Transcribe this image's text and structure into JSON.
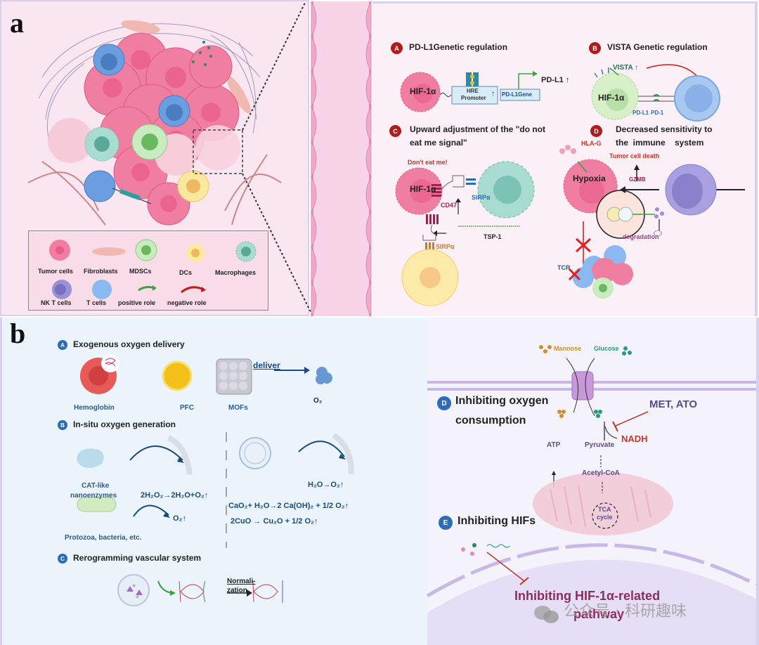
{
  "panel_a": {
    "label": "a",
    "legend": {
      "items": [
        {
          "name": "Tumor cells"
        },
        {
          "name": "Fibroblasts"
        },
        {
          "name": "MDSCs"
        },
        {
          "name": "DCs"
        },
        {
          "name": "Macrophages"
        },
        {
          "name": "NK T cells"
        },
        {
          "name": "T cells"
        },
        {
          "name": "positive role"
        },
        {
          "name": "negative role"
        }
      ]
    },
    "sections": {
      "A": {
        "badge": "A",
        "title": "PD-L1Genetic regulation",
        "hif": "HIF-1α",
        "hre": "HRE",
        "promoter": "Promoter",
        "up_arrow": "↑",
        "gene": "PD-L1Gene",
        "output": "PD-L1 ↑"
      },
      "B": {
        "badge": "B",
        "title": "VISTA Genetic regulation",
        "vista": "VISTA ↑",
        "hif": "HIF-1α",
        "pdl1": "PD-L1",
        "pd1": "PD-1"
      },
      "C": {
        "badge": "C",
        "title_line1": "Upward adjustment of the \"do not",
        "title_line2": "eat me signal\"",
        "dont_eat": "Don't eat me!",
        "hif": "HIF-1α",
        "cd47": "CD47",
        "sirpa1": "SIRPα",
        "sirpa2": "SIRPα",
        "tsp1": "TSP-1"
      },
      "D": {
        "badge": "D",
        "title_line1": "Decreased sensitivity to",
        "title_line2": "the  immune    system",
        "hlag": "HLA-G",
        "tumor_death": "Tumor cell death",
        "hypoxia": "Hypoxia",
        "gzmb": "GZMB",
        "degradation": "degradation",
        "tcr": "TCR"
      }
    }
  },
  "panel_b": {
    "label": "b",
    "sections": {
      "A": {
        "badge": "A",
        "title": "Exogenous oxygen delivery",
        "hemoglobin": "Hemoglobin",
        "pfc": "PFC",
        "mofs": "MOFs",
        "deliver": "deliver",
        "o2": "O₂"
      },
      "B": {
        "badge": "B",
        "title": "In-situ oxygen generation",
        "cat_line1": "CAT-like",
        "cat_line2": "nanoenzymes",
        "eq1": "2H₂O₂→2H₂O+O₂↑",
        "protozoa": "Protozoa, bacteria, etc.",
        "o2_up": "O₂↑",
        "h2o_o2": "H₂O→O₂↑",
        "eq2": "CaO₂+ H₂O→2 Ca(OH)₂ + 1/2 O₂↑",
        "eq3": "2CuO → Cu₂O + 1/2 O₂↑"
      },
      "C": {
        "badge": "C",
        "title": "Rerogramming vascular system",
        "norm_line1": "Normali-",
        "norm_line2": "zation"
      }
    }
  },
  "panel_c": {
    "mannose": "Mannose",
    "glucose": "Glucose",
    "D": {
      "badge": "D",
      "title_line1": "Inhibiting oxygen",
      "title_line2": "consumption",
      "met_ato": "MET, ATO",
      "nadh": "NADH",
      "atp": "ATP",
      "pyruvate": "Pyruvate",
      "acetyl": "Acetyl-CoA",
      "tca1": "TCA",
      "tca2": "cycle"
    },
    "E": {
      "badge": "E",
      "title": "Inhibiting HIFs",
      "pathway_line1": "Inhibiting HIF-1α-related",
      "pathway_line2": "pathway"
    }
  },
  "watermark": "公众号 · 科研趣味",
  "colors": {
    "panel_a_bg": "#f9e6f1",
    "panel_a_right_bg": "#fcf0f7",
    "panel_b_bg": "#eaf4fa",
    "panel_c_bg": "#f4f2fa",
    "badge_red": "#b01c1c",
    "badge_blue": "#2e6bb8",
    "text_blue": "#2b5b8c",
    "text_purple": "#5a4a8a",
    "text_red": "#c0392b",
    "pathway_text": "#8a2e5c"
  }
}
